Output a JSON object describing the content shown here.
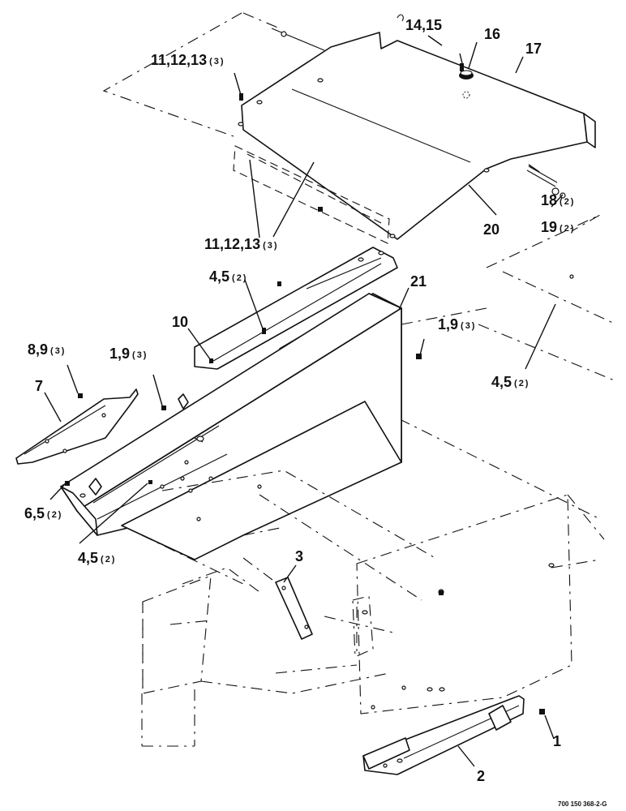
{
  "diagram": {
    "document_number": "700 150 368-2-G",
    "callouts": [
      {
        "id": "c-14-15",
        "text": "14,15",
        "qty": ""
      },
      {
        "id": "c-16",
        "text": "16",
        "qty": ""
      },
      {
        "id": "c-17",
        "text": "17",
        "qty": ""
      },
      {
        "id": "c-11-12-13-top",
        "text": "11,12,13",
        "qty": "(3)"
      },
      {
        "id": "c-18",
        "text": "18",
        "qty": "(2)"
      },
      {
        "id": "c-19",
        "text": "19",
        "qty": "(2)"
      },
      {
        "id": "c-20",
        "text": "20",
        "qty": ""
      },
      {
        "id": "c-11-12-13-mid",
        "text": "11,12,13",
        "qty": "(3)"
      },
      {
        "id": "c-4-5-upper",
        "text": "4,5",
        "qty": "(2)"
      },
      {
        "id": "c-21",
        "text": "21",
        "qty": ""
      },
      {
        "id": "c-10",
        "text": "10",
        "qty": ""
      },
      {
        "id": "c-1-9-right",
        "text": "1,9",
        "qty": "(3)"
      },
      {
        "id": "c-8-9",
        "text": "8,9",
        "qty": "(3)"
      },
      {
        "id": "c-1-9-left",
        "text": "1,9",
        "qty": "(3)"
      },
      {
        "id": "c-7",
        "text": "7",
        "qty": ""
      },
      {
        "id": "c-4-5-right",
        "text": "4,5",
        "qty": "(2)"
      },
      {
        "id": "c-6-5",
        "text": "6,5",
        "qty": "(2)"
      },
      {
        "id": "c-4-5-lower",
        "text": "4,5",
        "qty": "(2)"
      },
      {
        "id": "c-3",
        "text": "3",
        "qty": ""
      },
      {
        "id": "c-1-bottom",
        "text": "1",
        "qty": ""
      },
      {
        "id": "c-2",
        "text": "2",
        "qty": ""
      }
    ]
  }
}
